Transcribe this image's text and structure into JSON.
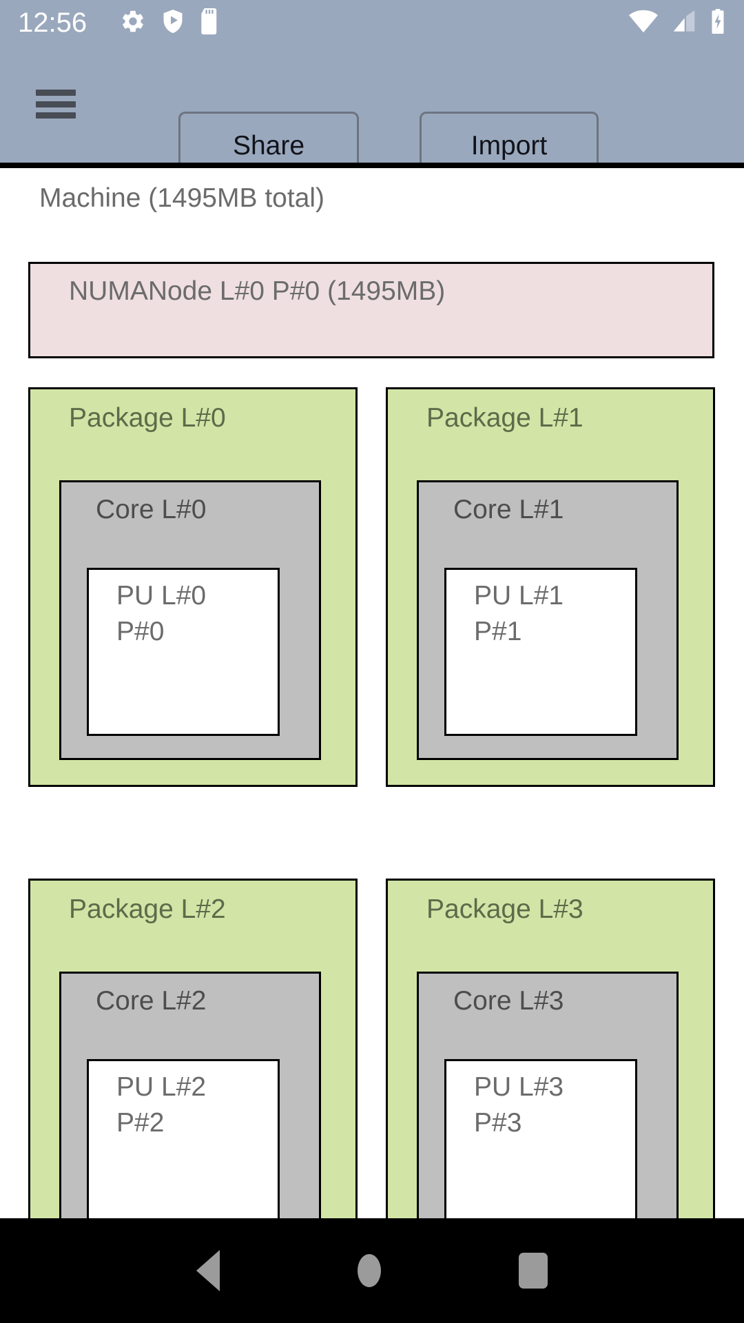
{
  "status_bar": {
    "time": "12:56",
    "left_icons": [
      "gear-icon",
      "shield-play-icon",
      "sd-card-icon"
    ],
    "right_icons": [
      "wifi-icon",
      "cellular-signal-icon",
      "battery-charging-icon"
    ],
    "background_color": "#9aa8bd",
    "icon_color": "#ffffff"
  },
  "app_bar": {
    "menu_icon": "hamburger-menu-icon",
    "share_label": "Share",
    "import_label": "Import",
    "background_color": "#9aa8bd",
    "button_border_color": "#6d7480"
  },
  "topology": {
    "machine_label": "Machine (1495MB total)",
    "numanode": {
      "label": "NUMANode L#0 P#0 (1495MB)",
      "color": "#efdfe0"
    },
    "package_color": "#d2e5a6",
    "core_color": "#bfbfbf",
    "pu_color": "#ffffff",
    "packages": [
      {
        "label": "Package L#0",
        "core": {
          "label": "Core L#0"
        },
        "pu": {
          "logical": "PU L#0",
          "physical": "P#0"
        }
      },
      {
        "label": "Package L#1",
        "core": {
          "label": "Core L#1"
        },
        "pu": {
          "logical": "PU L#1",
          "physical": "P#1"
        }
      },
      {
        "label": "Package L#2",
        "core": {
          "label": "Core L#2"
        },
        "pu": {
          "logical": "PU L#2",
          "physical": "P#2"
        }
      },
      {
        "label": "Package L#3",
        "core": {
          "label": "Core L#3"
        },
        "pu": {
          "logical": "PU L#3",
          "physical": "P#3"
        }
      }
    ]
  },
  "nav_bar": {
    "back": "back-triangle-icon",
    "home": "home-circle-icon",
    "recents": "recents-square-icon",
    "background_color": "#000000",
    "icon_color": "#9b9b9b"
  }
}
